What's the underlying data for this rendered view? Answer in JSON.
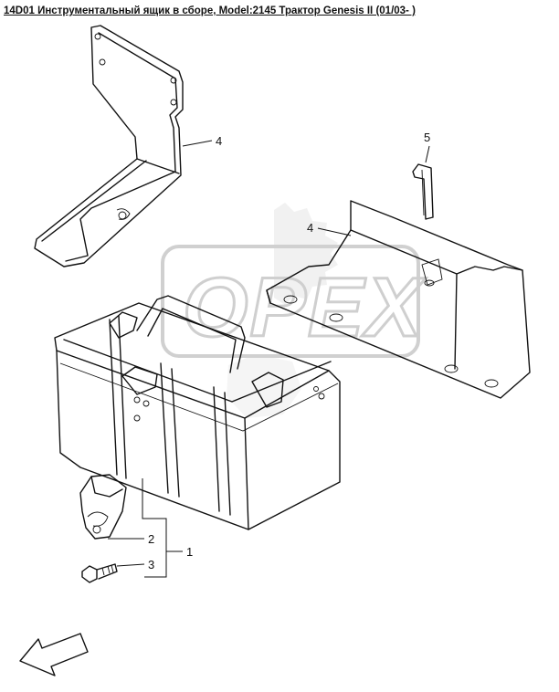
{
  "title": "14D01 Инструментальный ящик в сборе, Model:2145 Трактор Genesis II (01/03- )",
  "watermark": "OPEX",
  "callouts": {
    "c1": "1",
    "c2": "2",
    "c3": "3",
    "c4_bracket_left": "4",
    "c4_bracket_right": "4",
    "c5": "5"
  },
  "parts": [
    "toolbox-body",
    "bracket-left",
    "bracket-right",
    "pin",
    "clamp",
    "bolt"
  ],
  "icons": [
    "direction-arrow-icon"
  ]
}
